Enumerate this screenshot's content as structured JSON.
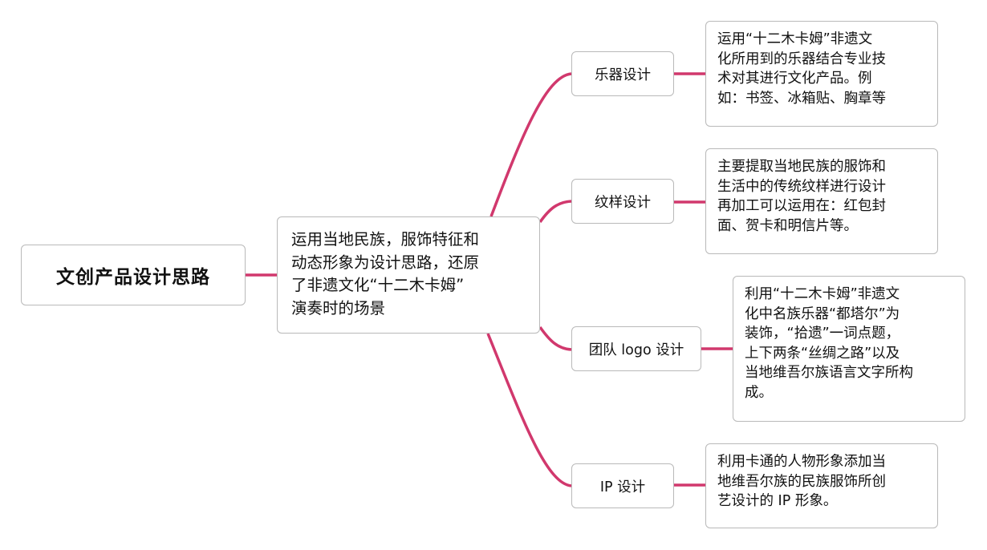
{
  "colors": {
    "connector": "#d1386d",
    "border": "#b9b9b9",
    "text": "#111111"
  },
  "root": {
    "label": "文创产品设计思路"
  },
  "center": {
    "lines": [
      "运用当地民族，服饰特征和",
      "动态形象为设计思路，还原",
      "了非遗文化“十二木卡姆”",
      "演奏时的场景"
    ]
  },
  "branches": [
    {
      "label": "乐器设计",
      "description": [
        "运用“十二木卡姆”非遗文",
        "化所用到的乐器结合专业技",
        "术对其进行文化产品。例",
        "如：书签、冰箱贴、胸章等"
      ]
    },
    {
      "label": "纹样设计",
      "description": [
        "主要提取当地民族的服饰和",
        "生活中的传统纹样进行设计",
        "再加工可以运用在：红包封",
        "面、贺卡和明信片等。"
      ]
    },
    {
      "label": "团队 logo 设计",
      "description": [
        "利用“十二木卡姆”非遗文",
        "化中名族乐器“都塔尔”为",
        "装饰，“拾遗”一词点题，",
        "上下两条“丝绸之路”以及",
        "当地维吾尔族语言文字所构",
        "成。"
      ]
    },
    {
      "label": "IP 设计",
      "description": [
        "利用卡通的人物形象添加当",
        "地维吾尔族的民族服饰所创",
        "艺设计的 IP 形象。"
      ]
    }
  ]
}
